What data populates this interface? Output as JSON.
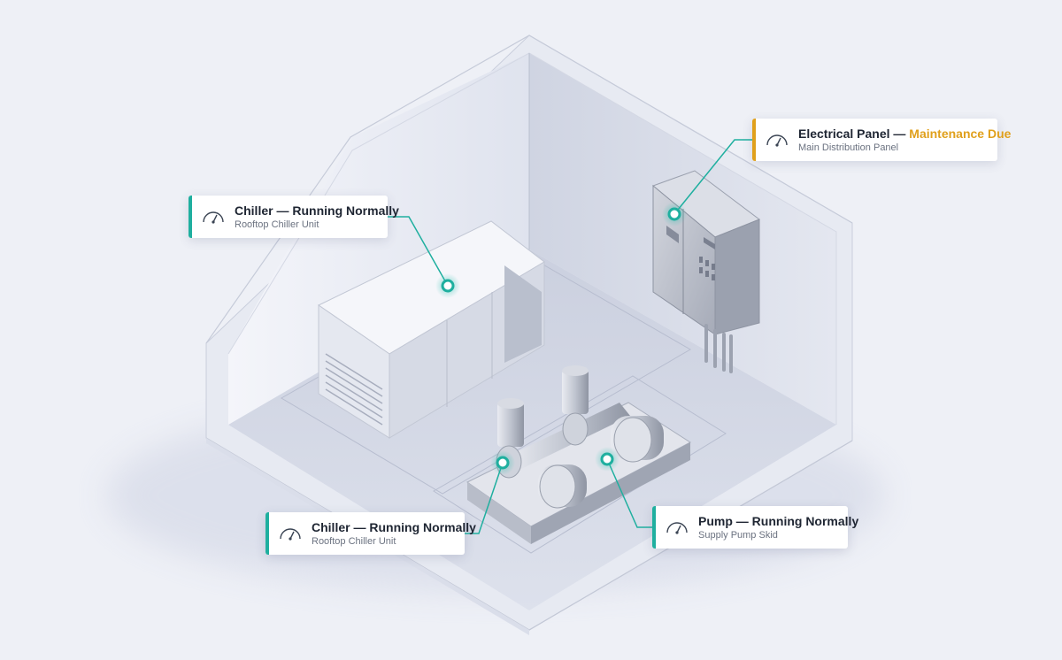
{
  "colors": {
    "ok": "#1faf9f",
    "warn": "#e0a01c",
    "node": "#2bbfae"
  },
  "callouts": [
    {
      "title": "Chiller — ",
      "status": "Running Normally",
      "subtitle": "Rooftop Chiller Unit",
      "state": "ok",
      "icon": "gauge-icon"
    },
    {
      "title": "Electrical Panel — ",
      "status": "Maintenance Due",
      "subtitle": "Main Distribution Panel",
      "state": "warn",
      "icon": "gauge-icon"
    },
    {
      "title": "Chiller — ",
      "status": "Running Normally",
      "subtitle": "Rooftop Chiller Unit",
      "state": "ok",
      "icon": "gauge-icon"
    },
    {
      "title": "Pump — ",
      "status": "Running Normally",
      "subtitle": "Supply Pump Skid",
      "state": "ok",
      "icon": "gauge-icon"
    }
  ]
}
